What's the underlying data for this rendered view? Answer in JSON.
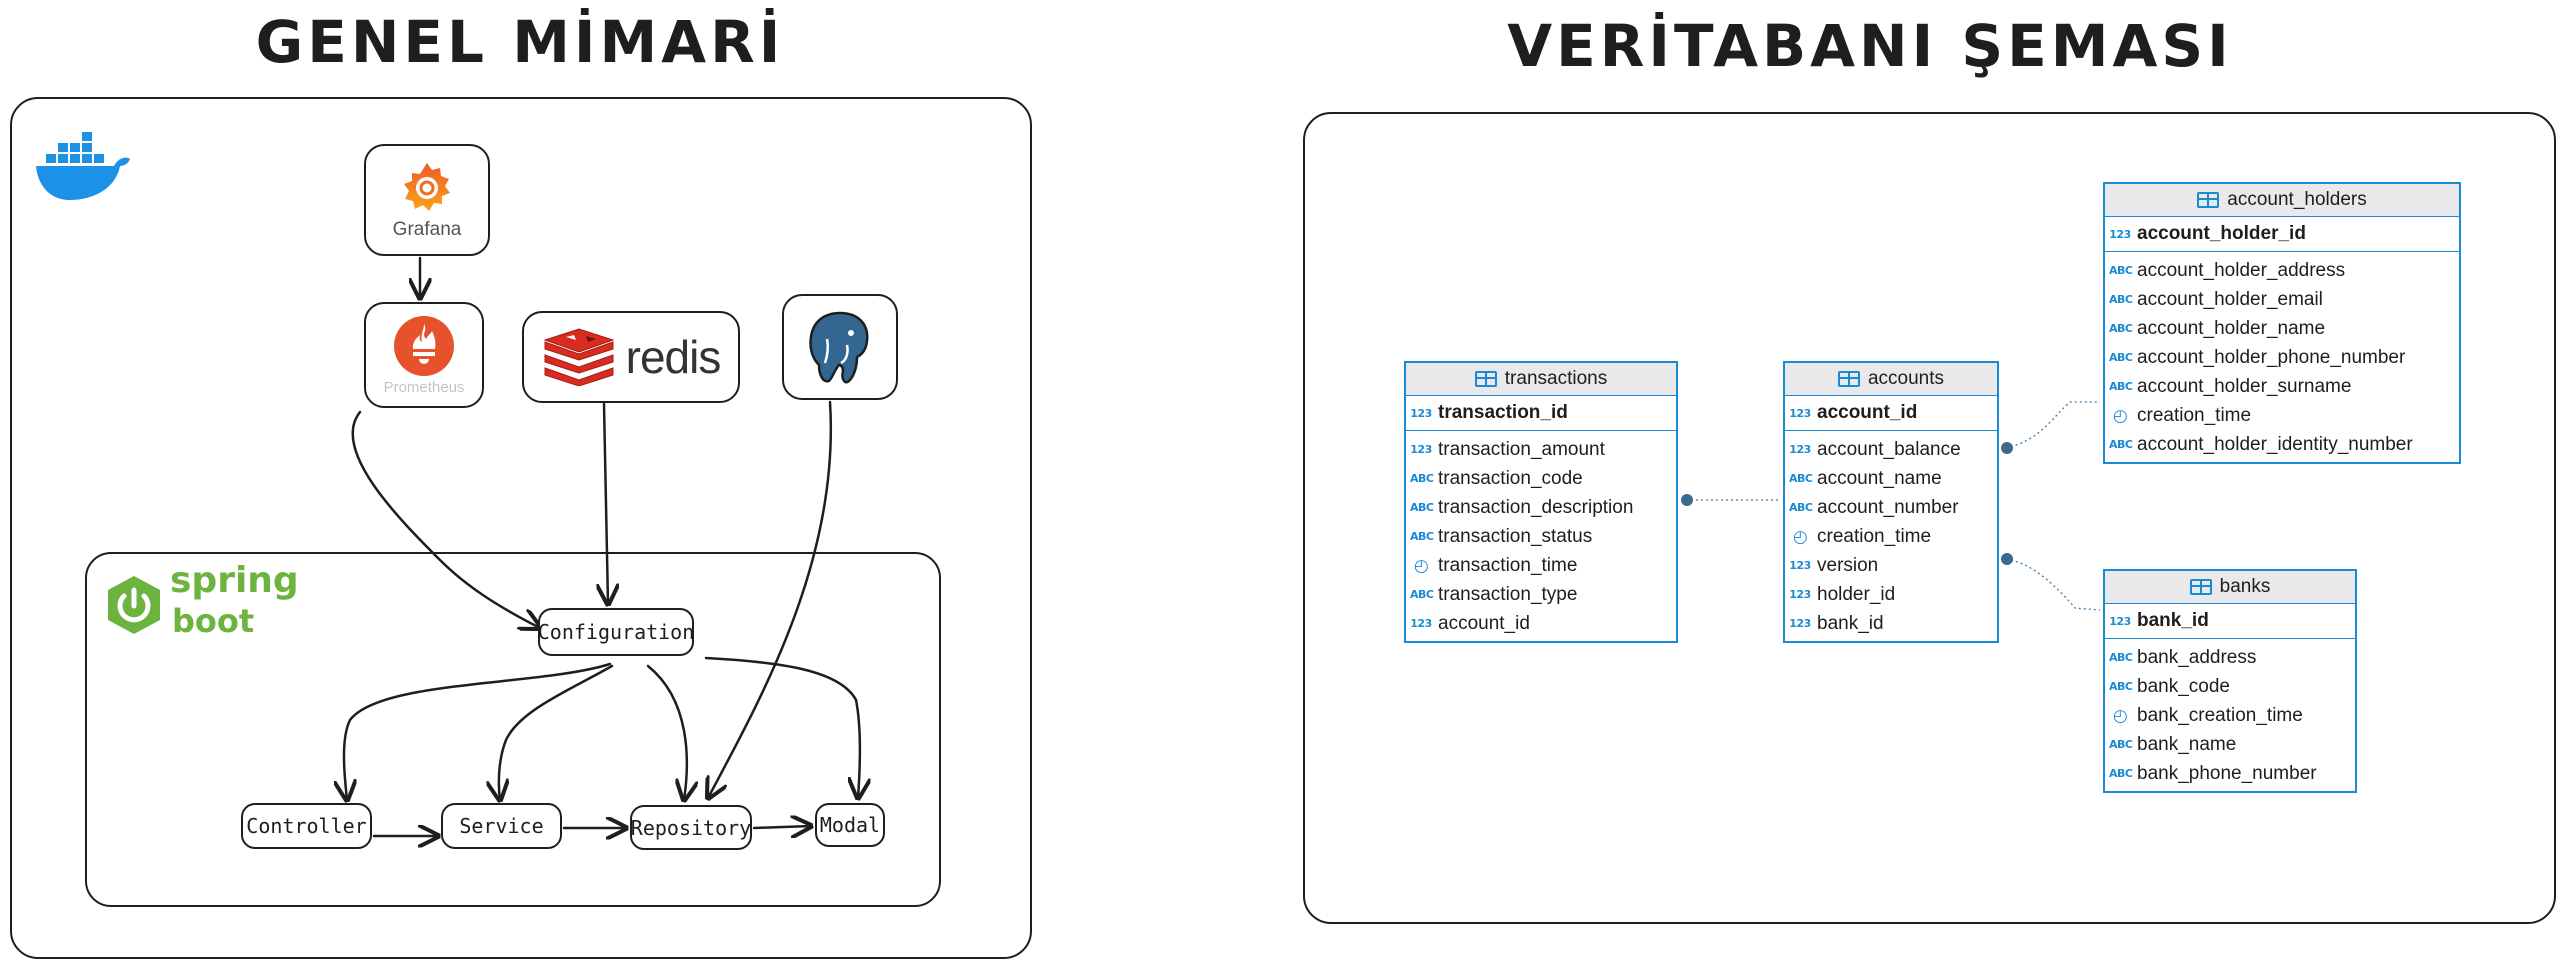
{
  "left": {
    "title": "GENEL MİMARİ",
    "grafana_label": "Grafana",
    "prometheus_label": "Prometheus",
    "redis_label": "redis",
    "spring_word": "spring",
    "boot_word": "boot",
    "nodes": {
      "configuration": "Configuration",
      "controller": "Controller",
      "service": "Service",
      "repository": "Repository",
      "modal": "Modal"
    }
  },
  "right": {
    "title": "VERİTABANI ŞEMASI",
    "tables": {
      "transactions": {
        "name": "transactions",
        "pk": "transaction_id",
        "columns": [
          {
            "type": "123",
            "name": "transaction_amount"
          },
          {
            "type": "ABC",
            "name": "transaction_code"
          },
          {
            "type": "ABC",
            "name": "transaction_description"
          },
          {
            "type": "ABC",
            "name": "transaction_status"
          },
          {
            "type": "clock",
            "name": "transaction_time"
          },
          {
            "type": "ABC",
            "name": "transaction_type"
          },
          {
            "type": "123",
            "name": "account_id"
          }
        ]
      },
      "accounts": {
        "name": "accounts",
        "pk": "account_id",
        "columns": [
          {
            "type": "123",
            "name": "account_balance"
          },
          {
            "type": "ABC",
            "name": "account_name"
          },
          {
            "type": "ABC",
            "name": "account_number"
          },
          {
            "type": "clock",
            "name": "creation_time"
          },
          {
            "type": "123",
            "name": "version"
          },
          {
            "type": "123",
            "name": "holder_id"
          },
          {
            "type": "123",
            "name": "bank_id"
          }
        ]
      },
      "account_holders": {
        "name": "account_holders",
        "pk": "account_holder_id",
        "columns": [
          {
            "type": "ABC",
            "name": "account_holder_address"
          },
          {
            "type": "ABC",
            "name": "account_holder_email"
          },
          {
            "type": "ABC",
            "name": "account_holder_name"
          },
          {
            "type": "ABC",
            "name": "account_holder_phone_number"
          },
          {
            "type": "ABC",
            "name": "account_holder_surname"
          },
          {
            "type": "clock",
            "name": "creation_time"
          },
          {
            "type": "ABC",
            "name": "account_holder_identity_number"
          }
        ]
      },
      "banks": {
        "name": "banks",
        "pk": "bank_id",
        "columns": [
          {
            "type": "ABC",
            "name": "bank_address"
          },
          {
            "type": "ABC",
            "name": "bank_code"
          },
          {
            "type": "clock",
            "name": "bank_creation_time"
          },
          {
            "type": "ABC",
            "name": "bank_name"
          },
          {
            "type": "ABC",
            "name": "bank_phone_number"
          }
        ]
      }
    }
  },
  "colors": {
    "docker": "#1d91e6",
    "grafana": "#f26a1b",
    "prometheus": "#e6522c",
    "redis": "#d82c20",
    "postgres": "#336791",
    "spring": "#6db33f",
    "table_border": "#1a8ad4"
  },
  "icons": [
    "docker-icon",
    "grafana-icon",
    "prometheus-icon",
    "redis-icon",
    "postgresql-icon",
    "spring-boot-icon",
    "table-icon",
    "clock-icon"
  ]
}
